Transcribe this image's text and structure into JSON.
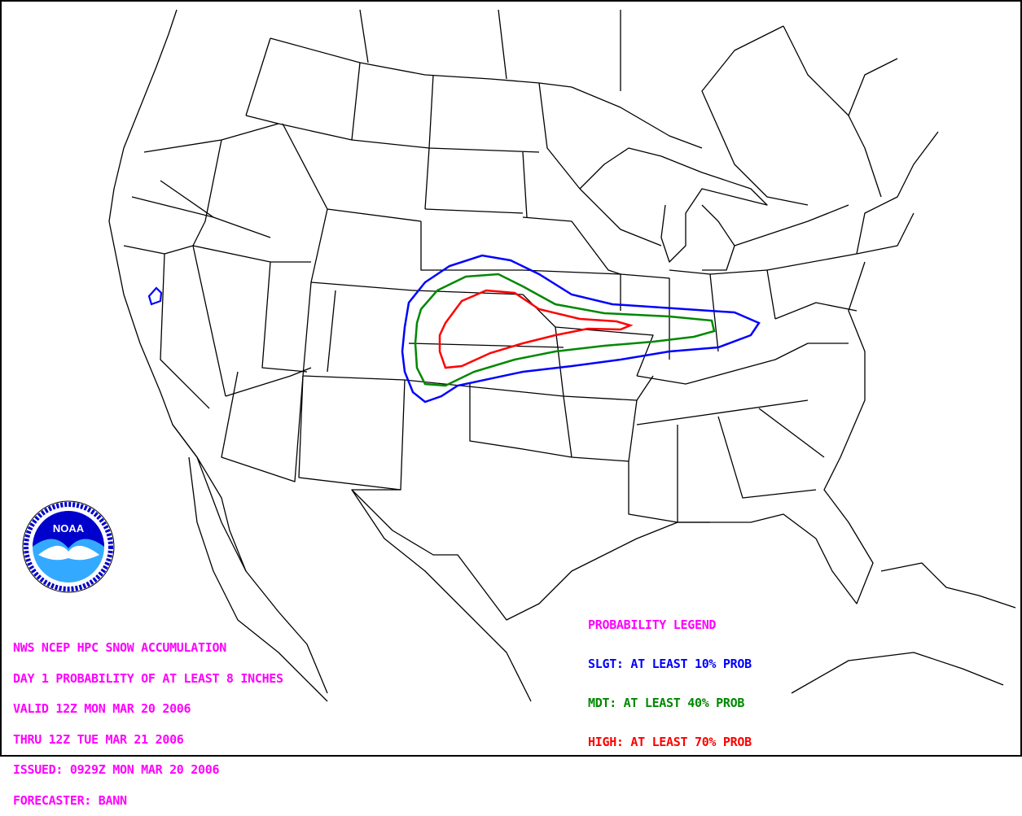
{
  "header": {
    "line1": "NWS NCEP HPC SNOW ACCUMULATION",
    "line2": "DAY 1 PROBABILITY OF AT LEAST 8 INCHES",
    "line3": "VALID 12Z MON MAR 20 2006",
    "line4": "THRU 12Z TUE MAR 21 2006",
    "line5": "ISSUED: 0929Z MON MAR 20 2006",
    "line6": "FORECASTER: BANN"
  },
  "legend": {
    "title": "PROBABILITY LEGEND",
    "items": [
      {
        "label": "SLGT: AT LEAST 10% PROB",
        "color": "#0000ff"
      },
      {
        "label": "MDT: AT LEAST 40% PROB",
        "color": "#008800"
      },
      {
        "label": "HIGH: AT LEAST 70% PROB",
        "color": "#ff0000"
      }
    ]
  },
  "logo": {
    "text": "NOAA",
    "ring_color": "#0000cc",
    "bird_color": "#ffffff",
    "sky_color": "#33aaff"
  },
  "colors": {
    "text": "#ff00ff",
    "lines": "#000000",
    "background": "#ffffff"
  }
}
